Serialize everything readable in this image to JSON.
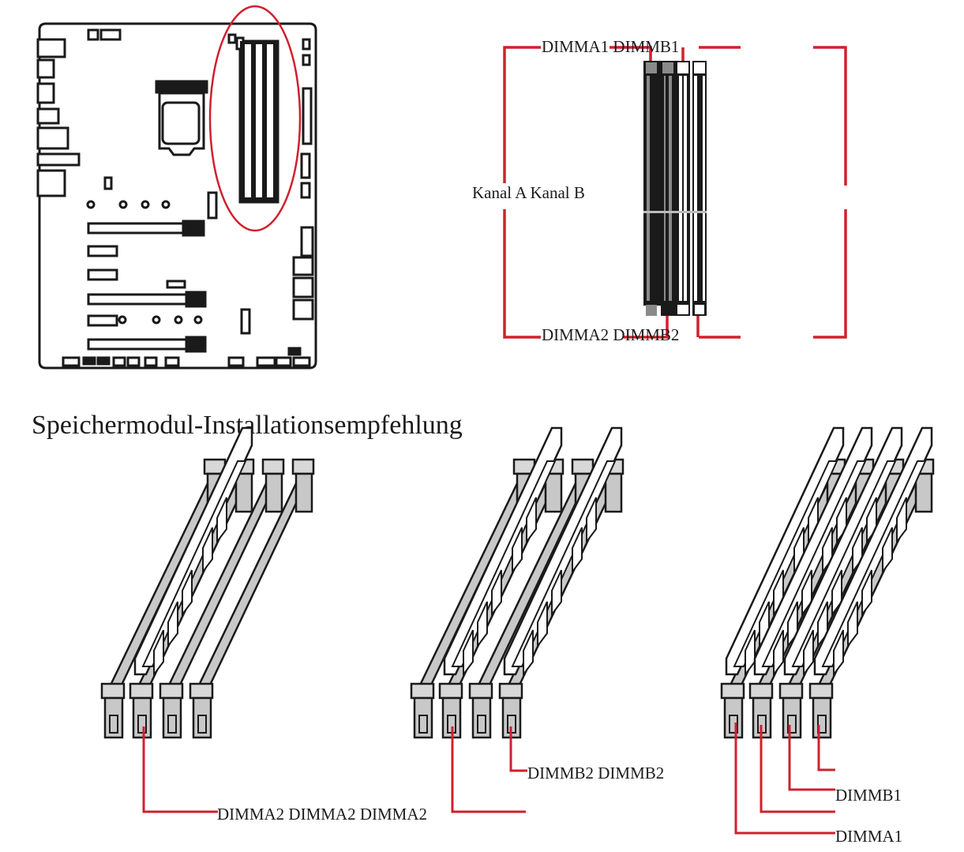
{
  "colors": {
    "accent_red": "#d0202e",
    "line_black": "#1a1a1a",
    "slot_gray": "#8a8a8a",
    "module_gray": "#c8c8c8",
    "background": "#ffffff"
  },
  "channel_diagram": {
    "top_labels": "DIMMA1 DIMMB1",
    "bottom_labels": "DIMMA2 DIMMB2",
    "channel_labels": "Kanal A Kanal B",
    "slots": [
      {
        "name": "DIMMA1/DIMMA2",
        "channel": "A",
        "fill": "dark"
      },
      {
        "name": "gray slot",
        "channel": "A",
        "fill": "gray"
      },
      {
        "name": "DIMMB1/DIMMB2",
        "channel": "B",
        "fill": "white"
      },
      {
        "name": "white slot",
        "channel": "B",
        "fill": "white"
      }
    ]
  },
  "section": {
    "title": "Speichermodul-Installationsempfehlung"
  },
  "installations": [
    {
      "id": "one-module",
      "modules": 1,
      "labels": "DIMMA2 DIMMA2 DIMMA2"
    },
    {
      "id": "two-modules",
      "modules": 2,
      "labels": "DIMMB2 DIMMB2"
    },
    {
      "id": "four-modules",
      "modules": 4,
      "labels": [
        "DIMMB1",
        "DIMMA1"
      ]
    }
  ],
  "motherboard": {
    "highlight": "DIMM slot area (circled)"
  }
}
